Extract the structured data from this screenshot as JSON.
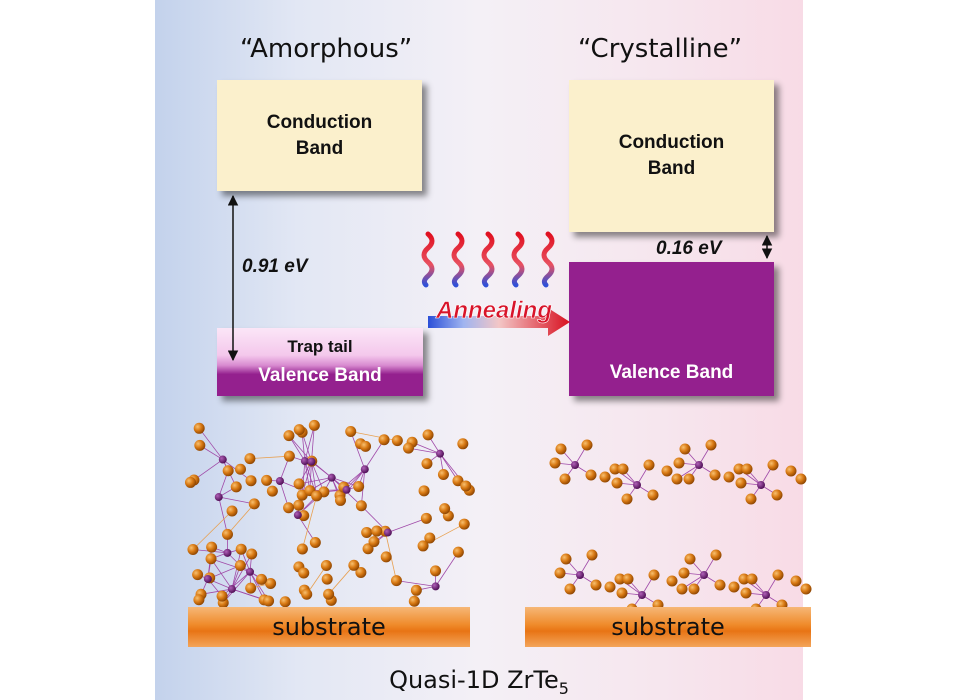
{
  "amorphous": {
    "title": "“Amorphous”",
    "conduction_band_line1": "Conduction",
    "conduction_band_line2": "Band",
    "gap": "0.91 eV",
    "trap_tail": "Trap tail",
    "valence_band": "Valence Band",
    "substrate": "substrate"
  },
  "crystalline": {
    "title": "“Crystalline”",
    "conduction_band_line1": "Conduction",
    "conduction_band_line2": "Band",
    "gap": "0.16 eV",
    "valence_band": "Valence Band",
    "substrate": "substrate"
  },
  "process": {
    "label": "Annealing"
  },
  "footer": {
    "main": "Quasi-1D ZrTe",
    "subscript": "5"
  },
  "colors": {
    "conduction_band": "#fbf0cc",
    "valence_band": "#94208e",
    "trap_tail": "#f7d3f0",
    "annealing_text": "#d8142a",
    "heat_wave": "#e0202a",
    "atom_te": "#d97a14",
    "atom_zr": "#6a1770",
    "substrate": "#ec7e1e"
  },
  "icons": [
    "heat-wave-icon",
    "annealing-arrow-icon",
    "double-arrow-icon"
  ]
}
